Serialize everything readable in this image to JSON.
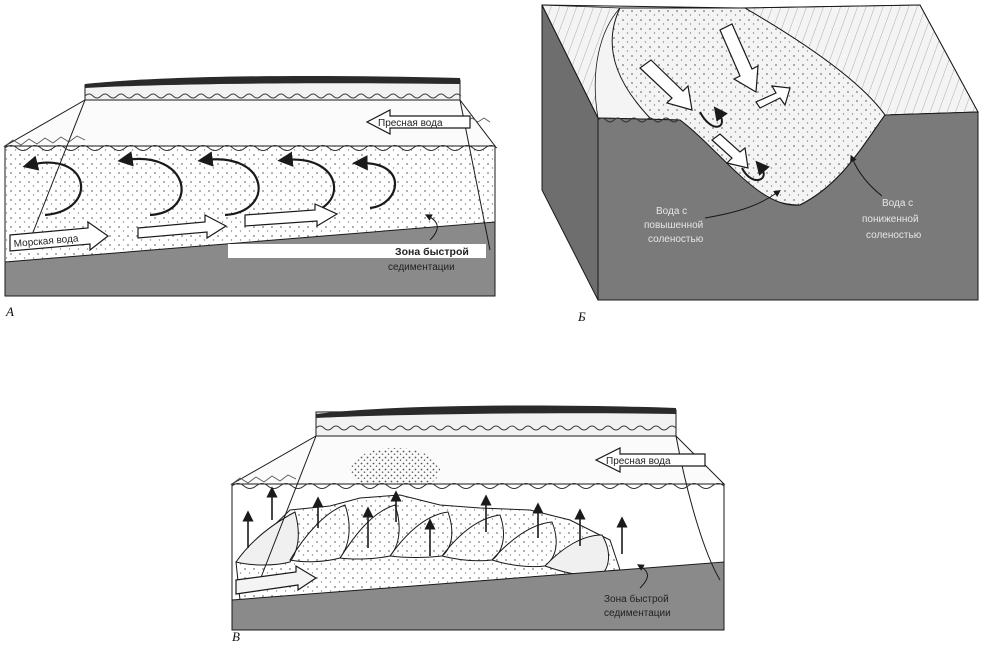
{
  "panels": {
    "a": {
      "letter": "А",
      "labels": {
        "fresh_water": "Пресная вода",
        "sea_water": "Морская вода",
        "rapid_zone_line1": "Зона быстрой",
        "rapid_zone_line2": "седиментации"
      }
    },
    "b": {
      "letter": "Б",
      "labels": {
        "high_salinity_line1": "Вода с",
        "high_salinity_line2": "повышенной",
        "high_salinity_line3": "соленостью",
        "low_salinity_line1": "Вода с",
        "low_salinity_line2": "пониженной",
        "low_salinity_line3": "соленостью"
      }
    },
    "c": {
      "letter": "В",
      "labels": {
        "fresh_water": "Пресная вода",
        "rapid_zone_line1": "Зона быстрой",
        "rapid_zone_line2": "седиментации"
      }
    }
  },
  "colors": {
    "ink": "#1a1a1a",
    "dark_gray": "#707070",
    "mid_gray": "#9c9c9c",
    "light_gray": "#e6e6e6",
    "paper": "#ffffff"
  }
}
